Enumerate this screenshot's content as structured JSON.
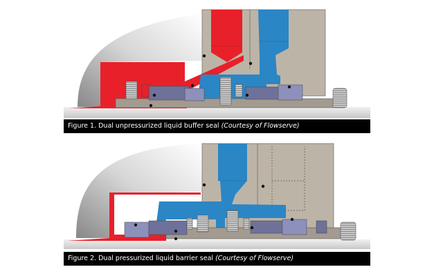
{
  "figures": [
    {
      "caption": "Figure 1. Dual unpressurized liquid buffer seal",
      "credit": "(Courtesy of Flowserve)"
    },
    {
      "caption": "Figure 2. Dual pressurized liquid barrier seal",
      "credit": "(Courtesy of Flowserve)"
    }
  ],
  "colors": {
    "process_fluid": "#e8202a",
    "buffer_fluid": "#2b86c5",
    "housing": "#bdb4a8",
    "sleeve": "#a39a90",
    "seal_face": "#8d90bb",
    "shaft": "#dcdcdc"
  }
}
